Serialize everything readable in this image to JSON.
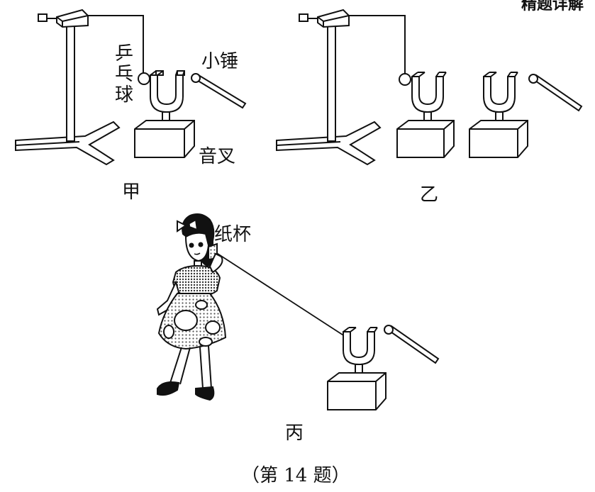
{
  "header": {
    "corner_text": "精题详解"
  },
  "labels": {
    "ping_pong_ball": "乒乓球",
    "small_hammer": "小锤",
    "tuning_fork": "音叉",
    "paper_cup": "纸杯"
  },
  "panels": {
    "jia": "甲",
    "yi": "乙",
    "bing": "丙"
  },
  "caption": "（第 14 题）"
}
